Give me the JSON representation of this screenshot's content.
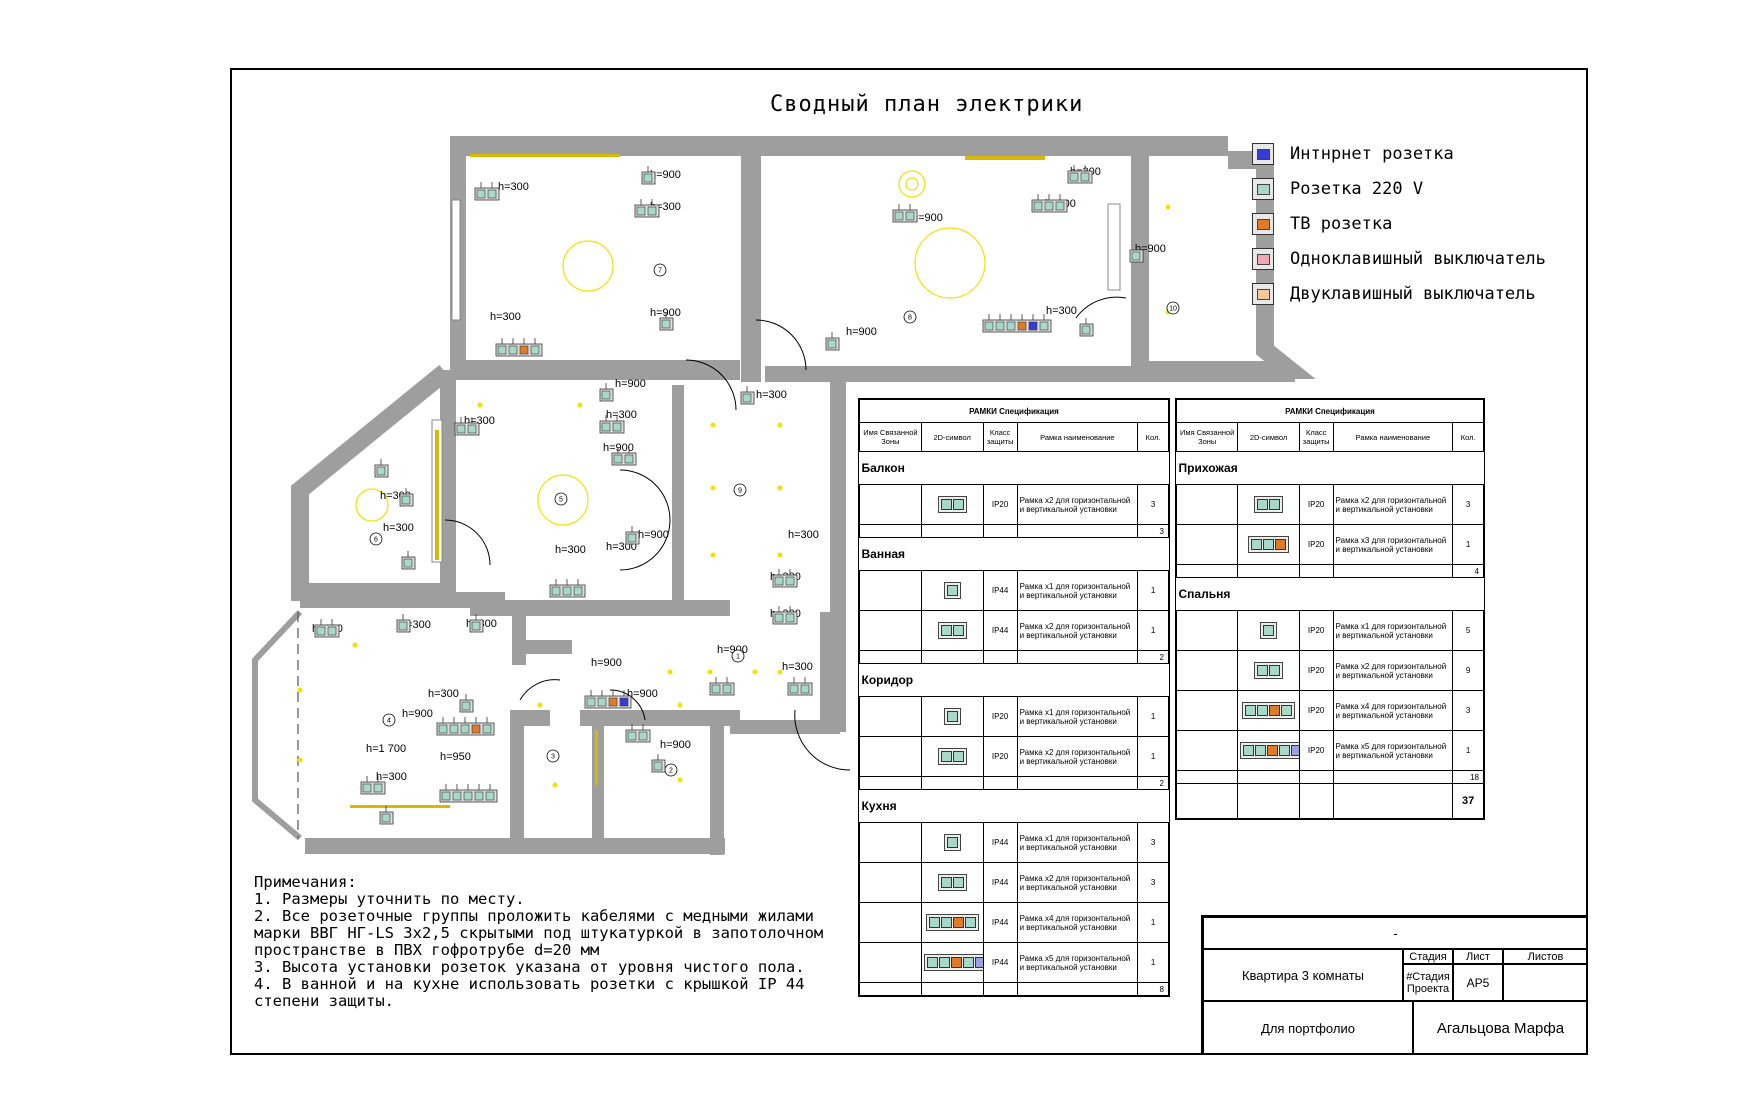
{
  "title": "Сводный план электрики",
  "legend": [
    {
      "label": "Интнрнет розетка",
      "icon": "internet-socket-icon",
      "color": "#3a3ad6"
    },
    {
      "label": "Розетка 220 V",
      "icon": "socket-220-icon",
      "color": "#a8d8c8"
    },
    {
      "label": "ТВ розетка",
      "icon": "tv-socket-icon",
      "color": "#e07b28"
    },
    {
      "label": "Одноклавишный выключатель",
      "icon": "single-switch-icon",
      "color": "#f2a7b3"
    },
    {
      "label": "Двуклавишный выключатель",
      "icon": "double-switch-icon",
      "color": "#f6c8a0"
    }
  ],
  "plan_labels": [
    {
      "text": "h=300"
    },
    {
      "text": "h=900"
    },
    {
      "text": "h=300"
    },
    {
      "text": "h=900"
    },
    {
      "text": "h=300"
    },
    {
      "text": "h=300"
    },
    {
      "text": "h=300"
    },
    {
      "text": "h=900"
    },
    {
      "text": "h=300"
    },
    {
      "text": "h=900"
    },
    {
      "text": "h=900"
    },
    {
      "text": "h=300"
    },
    {
      "text": "h=900"
    },
    {
      "text": "h=300"
    },
    {
      "text": "h=300"
    },
    {
      "text": "h=900"
    },
    {
      "text": "h=300"
    },
    {
      "text": "h=900"
    },
    {
      "text": "h=300"
    },
    {
      "text": "h=300"
    },
    {
      "text": "h=300"
    },
    {
      "text": "h=300"
    },
    {
      "text": "h=300"
    },
    {
      "text": "h=300"
    },
    {
      "text": "h=300"
    },
    {
      "text": "h=300"
    },
    {
      "text": "h=900"
    },
    {
      "text": "h=900"
    },
    {
      "text": "h=300"
    },
    {
      "text": "h=900"
    },
    {
      "text": "h=300"
    },
    {
      "text": "h=900"
    },
    {
      "text": "h=900"
    },
    {
      "text": "h=1 700"
    },
    {
      "text": "h=950"
    },
    {
      "text": "h=300"
    },
    {
      "text": "h=300"
    }
  ],
  "room_numbers": [
    "7",
    "8",
    "10",
    "5",
    "9",
    "6",
    "1",
    "4",
    "3",
    "2"
  ],
  "spec_left": {
    "caption": "РАМКИ  Спецификация",
    "headers": [
      "Имя Связанной Зоны",
      "2D-символ",
      "Класс защиты",
      "Рамка наименование",
      "Кол."
    ],
    "zones": [
      {
        "name": "Балкон",
        "items": [
          {
            "gang": 2,
            "cls": "IP20",
            "desc": "Рамка x2 для горизонтальной и вертикальной установки",
            "qty": "3"
          }
        ],
        "sum": "3"
      },
      {
        "name": "Ванная",
        "items": [
          {
            "gang": 1,
            "cls": "IP44",
            "desc": "Рамка x1 для горизонтальной и вертикальной установки",
            "qty": "1"
          },
          {
            "gang": 2,
            "cls": "IP44",
            "desc": "Рамка x2 для горизонтальной и вертикальной установки",
            "qty": "1"
          }
        ],
        "sum": "2"
      },
      {
        "name": "Коридор",
        "items": [
          {
            "gang": 1,
            "cls": "IP20",
            "desc": "Рамка x1 для горизонтальной и вертикальной установки",
            "qty": "1"
          },
          {
            "gang": 2,
            "cls": "IP20",
            "desc": "Рамка x2 для горизонтальной и вертикальной установки",
            "qty": "1"
          }
        ],
        "sum": "2"
      },
      {
        "name": "Кухня",
        "items": [
          {
            "gang": 1,
            "cls": "IP44",
            "desc": "Рамка x1 для горизонтальной и вертикальной установки",
            "qty": "3"
          },
          {
            "gang": 2,
            "cls": "IP44",
            "desc": "Рамка x2 для горизонтальной и вертикальной установки",
            "qty": "3"
          },
          {
            "gang": 4,
            "cls": "IP44",
            "desc": "Рамка x4 для горизонтальной и вертикальной установки",
            "qty": "1"
          },
          {
            "gang": 5,
            "cls": "IP44",
            "desc": "Рамка x5 для горизонтальной и вертикальной установки",
            "qty": "1"
          }
        ],
        "sum": "8"
      }
    ]
  },
  "spec_right": {
    "caption": "РАМКИ  Спецификация",
    "headers": [
      "Имя Связанной Зоны",
      "2D-символ",
      "Класс защиты",
      "Рамка наименование",
      "Кол."
    ],
    "zones": [
      {
        "name": "Прихожая",
        "items": [
          {
            "gang": 2,
            "cls": "IP20",
            "desc": "Рамка x2 для горизонтальной и вертикальной установки",
            "qty": "3"
          },
          {
            "gang": 3,
            "cls": "IP20",
            "desc": "Рамка x3 для горизонтальной и вертикальной установки",
            "qty": "1"
          }
        ],
        "sum": "4"
      },
      {
        "name": "Спальня",
        "items": [
          {
            "gang": 1,
            "cls": "IP20",
            "desc": "Рамка x1 для горизонтальной и вертикальной установки",
            "qty": "5"
          },
          {
            "gang": 2,
            "cls": "IP20",
            "desc": "Рамка x2 для горизонтальной и вертикальной установки",
            "qty": "9"
          },
          {
            "gang": 4,
            "cls": "IP20",
            "desc": "Рамка x4 для горизонтальной и вертикальной установки",
            "qty": "3"
          },
          {
            "gang": 5,
            "cls": "IP20",
            "desc": "Рамка x5 для горизонтальной и вертикальной установки",
            "qty": "1"
          }
        ],
        "sum": "18"
      }
    ],
    "total": "37"
  },
  "notes": [
    "Примечания:",
    "1. Размеры уточнить по месту.",
    "2. Все розеточные группы проложить кабелями с медными жилами марки ВВГ НГ-LS 3х2,5 скрытыми под штукатуркой в запотолочном пространстве в ПВХ гофротрубе d=20 мм",
    "3. Высота установки розеток указана от уровня чистого пола.",
    "4. В ванной и на кухне использовать розетки с крышкой IP 44 степени защиты."
  ],
  "stamp": {
    "top": "-",
    "project": "Квартира 3 комнаты",
    "purpose": "Для портфолио",
    "stage_h": "Стадия",
    "sheet_h": "Лист",
    "sheets_h": "Листов",
    "stage_v": "#Стадия Проекта",
    "sheet_v": "АР5",
    "sheets_v": "",
    "author": "Агальцова Марфа"
  },
  "colors": {
    "wall": "#9e9e9e",
    "light": "#f2e200",
    "socket": "#a8d8c8",
    "tv": "#e07b28",
    "net": "#3a3ad6"
  }
}
